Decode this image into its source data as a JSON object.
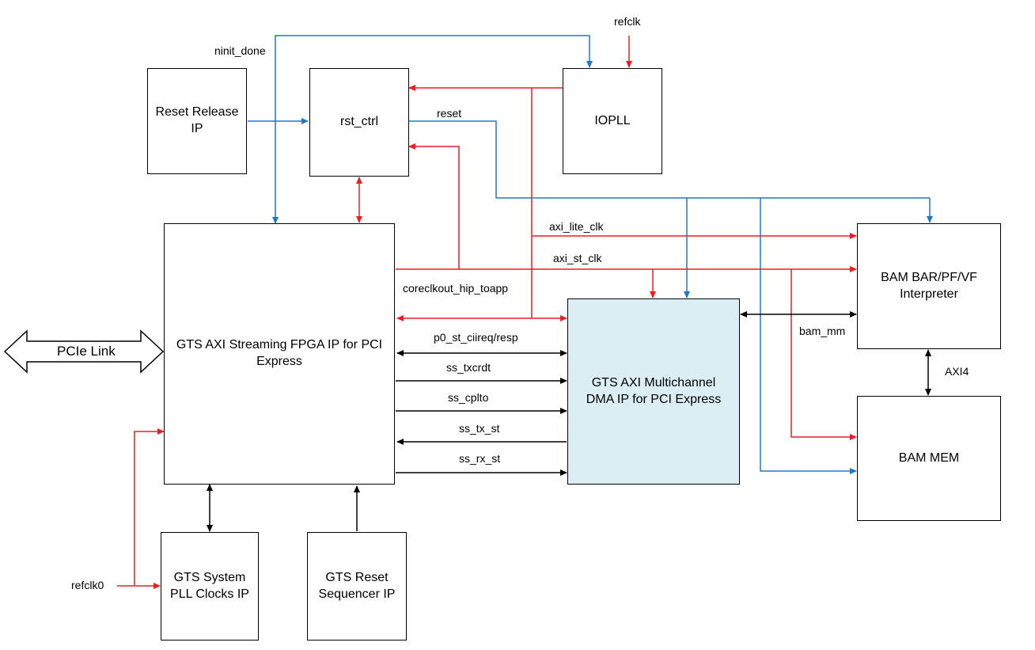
{
  "blocks": {
    "reset_release": "Reset Release\nIP",
    "rst_ctrl": "rst_ctrl",
    "iopll": "IOPLL",
    "gts_axi_streaming": "GTS AXI Streaming FPGA IP for PCI\nExpress",
    "gts_axi_mcdma": "GTS AXI Multichannel\nDMA IP for PCI Express",
    "bam_interpreter": "BAM BAR/PF/VF\nInterpreter",
    "bam_mem": "BAM MEM",
    "gts_system_pll": "GTS System\nPLL Clocks IP",
    "gts_reset_sequencer": "GTS Reset\nSequencer IP"
  },
  "signals": {
    "ninit_done": "ninit_done",
    "refclk": "refclk",
    "reset": "reset",
    "axi_lite_clk": "axi_lite_clk",
    "axi_st_clk": "axi_st_clk",
    "coreclkout": "coreclkout_hip_toapp",
    "p0_st": "p0_st_ciireq/resp",
    "ss_txcrdt": "ss_txcrdt",
    "ss_cplto": "ss_cplto",
    "ss_tx_st": "ss_tx_st",
    "ss_rx_st": "ss_rx_st",
    "bam_mm": "bam_mm",
    "axi4": "AXI4",
    "refclk0": "refclk0",
    "pcie_link": "PCIe Link"
  },
  "colors": {
    "clock": "#ee1c25",
    "reset": "#1f78c8",
    "data": "#000000",
    "dma_fill": "#dbeef3"
  }
}
